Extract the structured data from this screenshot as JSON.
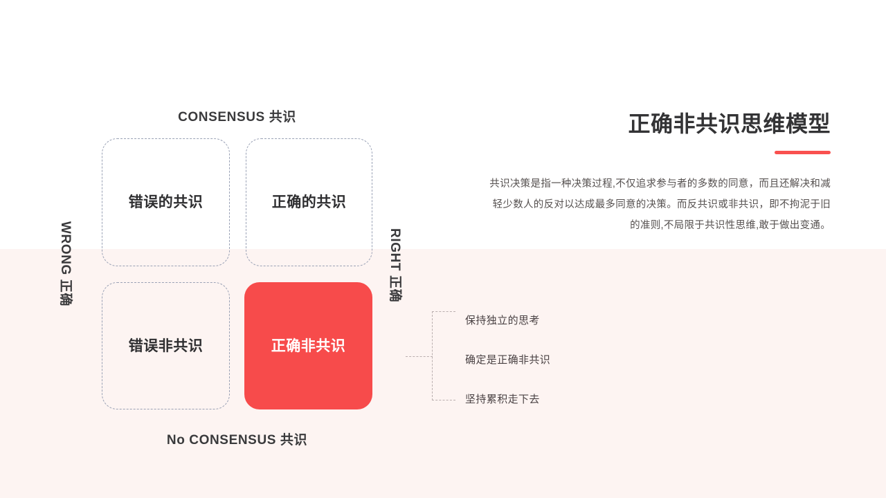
{
  "theme": {
    "background": "#ffffff",
    "band_background": "#fdf4f2",
    "accent": "#f9514f",
    "highlight_cell": "#f74b4b",
    "dashed_border": "#99a1b5",
    "bracket_line": "#b9aeae",
    "text_dark": "#2e2e30",
    "text_body": "#55504f"
  },
  "matrix": {
    "axis": {
      "top_label": "CONSENSUS 共识",
      "bottom_label": "No CONSENSUS 共识",
      "left_label": "WRONG 正确",
      "right_label": "RIGHT 正确"
    },
    "cells": [
      {
        "id": "wrong-consensus",
        "label": "错误的共识",
        "highlighted": false
      },
      {
        "id": "right-consensus",
        "label": "正确的共识",
        "highlighted": false
      },
      {
        "id": "wrong-no-consensus",
        "label": "错误非共识",
        "highlighted": false
      },
      {
        "id": "right-no-consensus",
        "label": "正确非共识",
        "highlighted": true
      }
    ]
  },
  "callout": {
    "items": [
      "保持独立的思考",
      "确定是正确非共识",
      "坚持累积走下去"
    ]
  },
  "panel": {
    "title": "正确非共识思维模型",
    "description": "共识决策是指一种决策过程,不仅追求参与者的多数的同意，而且还解决和减轻少数人的反对以达成最多同意的决策。而反共识或非共识，即不拘泥于旧的准则,不局限于共识性思维,敢于做出变通。"
  }
}
